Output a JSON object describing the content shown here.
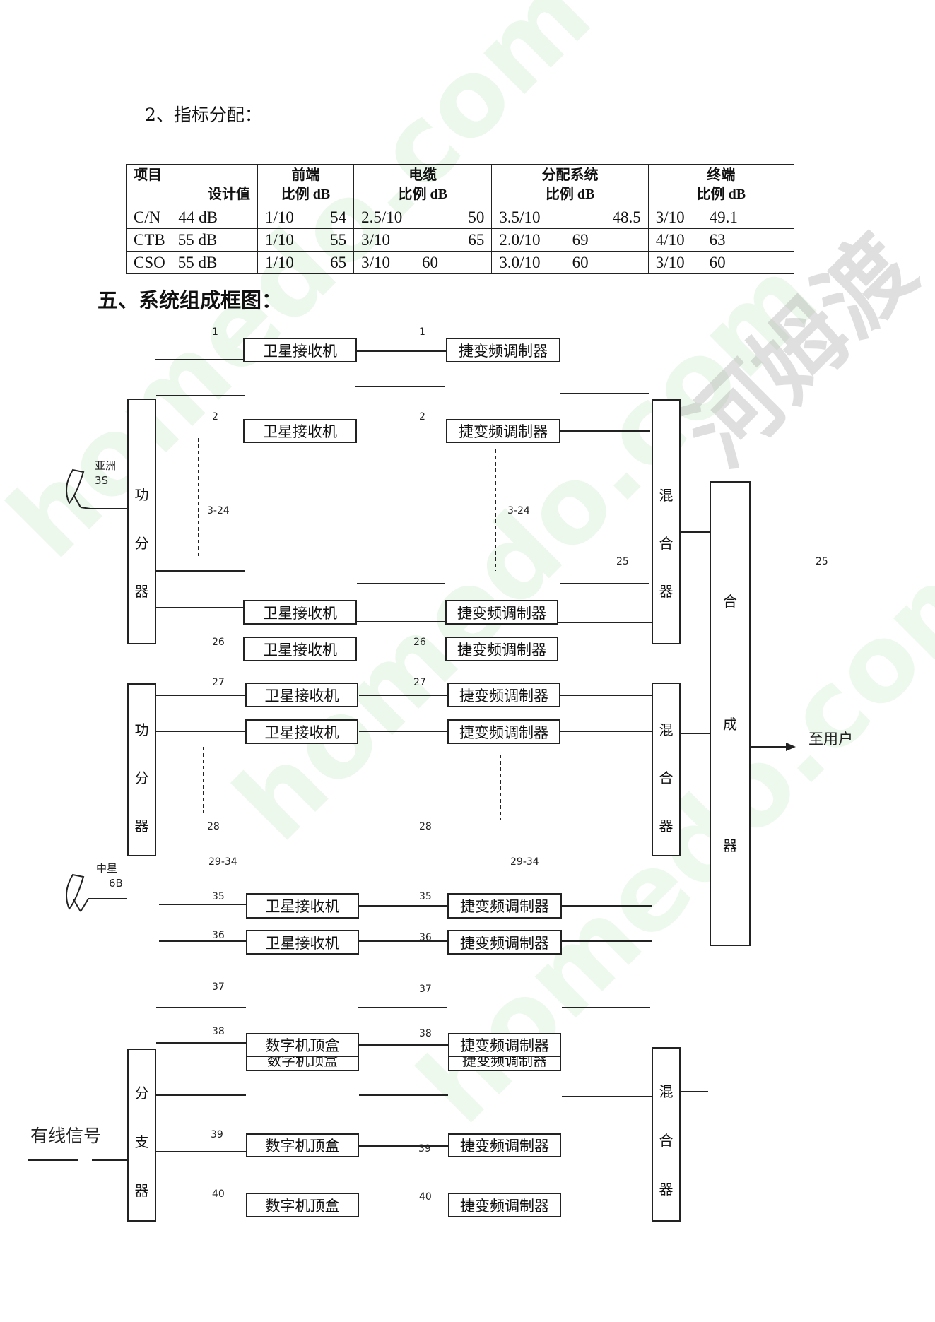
{
  "heading2": "2、指标分配：",
  "table": {
    "header": {
      "item": "项目",
      "design": "设计值",
      "cols": [
        {
          "name": "前端",
          "sub": "比例 dB"
        },
        {
          "name": "电缆",
          "sub": "比例 dB"
        },
        {
          "name": "分配系统",
          "sub": "比例 dB"
        },
        {
          "name": "终端",
          "sub": "比例 dB"
        }
      ]
    },
    "rows": [
      {
        "item": "C/N",
        "design": "44 dB",
        "cells": [
          [
            "1/10",
            "54"
          ],
          [
            "2.5/10",
            "50"
          ],
          [
            "3.5/10",
            "48.5"
          ],
          [
            "3/10",
            "49.1"
          ]
        ]
      },
      {
        "item": "CTB",
        "design": "55 dB",
        "cells": [
          [
            "1/10",
            "55"
          ],
          [
            "3/10",
            "65"
          ],
          [
            "2.0/10",
            "69"
          ],
          [
            "4/10",
            "63"
          ]
        ]
      },
      {
        "item": "CSO",
        "design": "55 dB",
        "cells": [
          [
            "1/10",
            "65"
          ],
          [
            "3/10",
            "60"
          ],
          [
            "3.0/10",
            "60"
          ],
          [
            "3/10",
            "60"
          ]
        ]
      }
    ]
  },
  "heading5": "五、系统组成框图：",
  "diagram": {
    "receiver": "卫星接收机",
    "modulator": "捷变频调制器",
    "stb": "数字机顶盒",
    "splitter": [
      "功",
      "分",
      "器"
    ],
    "mixer": [
      "混",
      "合",
      "器"
    ],
    "combiner": [
      "合",
      "成",
      "器"
    ],
    "branch": [
      "分",
      "支",
      "器"
    ],
    "dish1_label1": "亚洲",
    "dish1_label2": "3S",
    "dish2_label1": "中星",
    "dish2_label2": "6B",
    "cable_signal": "有线信号",
    "to_user": "至用户",
    "nums": {
      "n1": "1",
      "n2": "2",
      "n3_24": "3-24",
      "n25": "25",
      "n26": "26",
      "n27": "27",
      "n28": "28",
      "n29_34": "29-34",
      "n35": "35",
      "n36": "36",
      "n37": "37",
      "n38": "38",
      "n39": "39",
      "n40": "40"
    }
  },
  "watermark": {
    "text1": "homedo.com",
    "text2": "河姆渡"
  }
}
